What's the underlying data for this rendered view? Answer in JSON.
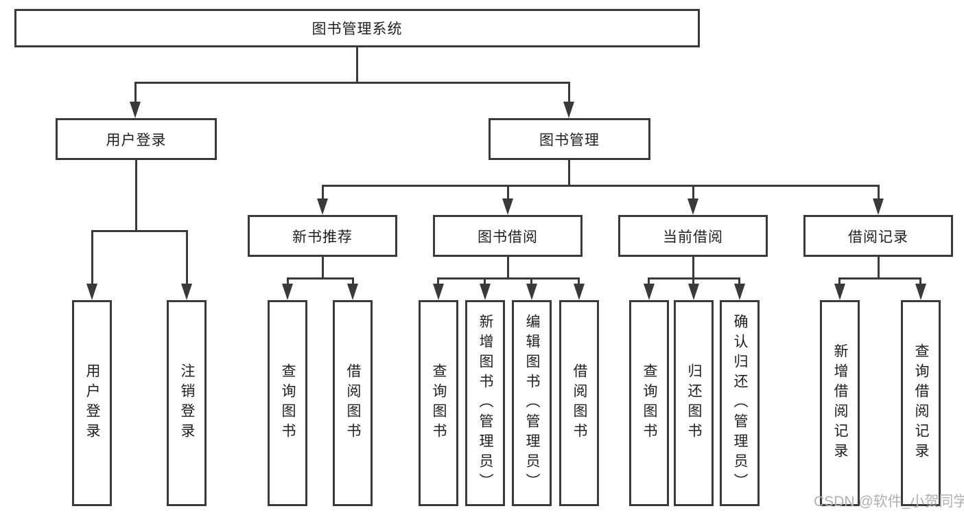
{
  "diagram_type": "hierarchy-tree",
  "colors": {
    "background": "#ffffff",
    "line": "#3a3a3c",
    "box_border": "#3a3a3c",
    "text": "#1f1f1f",
    "watermark": "#aeb0b3"
  },
  "tree": {
    "label": "图书管理系统",
    "children": [
      {
        "label": "用户登录",
        "children": [
          {
            "label": "用户登录"
          },
          {
            "label": "注销登录"
          }
        ]
      },
      {
        "label": "图书管理",
        "children": [
          {
            "label": "新书推荐",
            "children": [
              {
                "label": "查询图书"
              },
              {
                "label": "借阅图书"
              }
            ]
          },
          {
            "label": "图书借阅",
            "children": [
              {
                "label": "查询图书"
              },
              {
                "label": "新增图书（管理员）"
              },
              {
                "label": "编辑图书（管理员）"
              },
              {
                "label": "借阅图书"
              }
            ]
          },
          {
            "label": "当前借阅",
            "children": [
              {
                "label": "查询图书"
              },
              {
                "label": "归还图书"
              },
              {
                "label": "确认归还（管理员）"
              }
            ]
          },
          {
            "label": "借阅记录",
            "children": [
              {
                "label": "新增借阅记录"
              },
              {
                "label": "查询借阅记录"
              }
            ]
          }
        ]
      }
    ]
  },
  "watermark": {
    "text": "CSDN @软件_小贺同学"
  }
}
